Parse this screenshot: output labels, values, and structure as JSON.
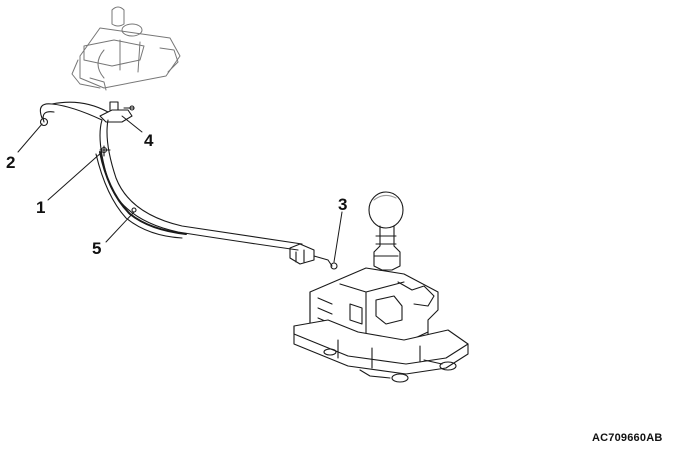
{
  "callouts": {
    "c1": "1",
    "c2": "2",
    "c3": "3",
    "c4": "4",
    "c5": "5"
  },
  "reference_code": "AC709660AB",
  "colors": {
    "line": "#1a1a1a",
    "fill": "#ffffff",
    "shade": "#d8d8d8"
  }
}
